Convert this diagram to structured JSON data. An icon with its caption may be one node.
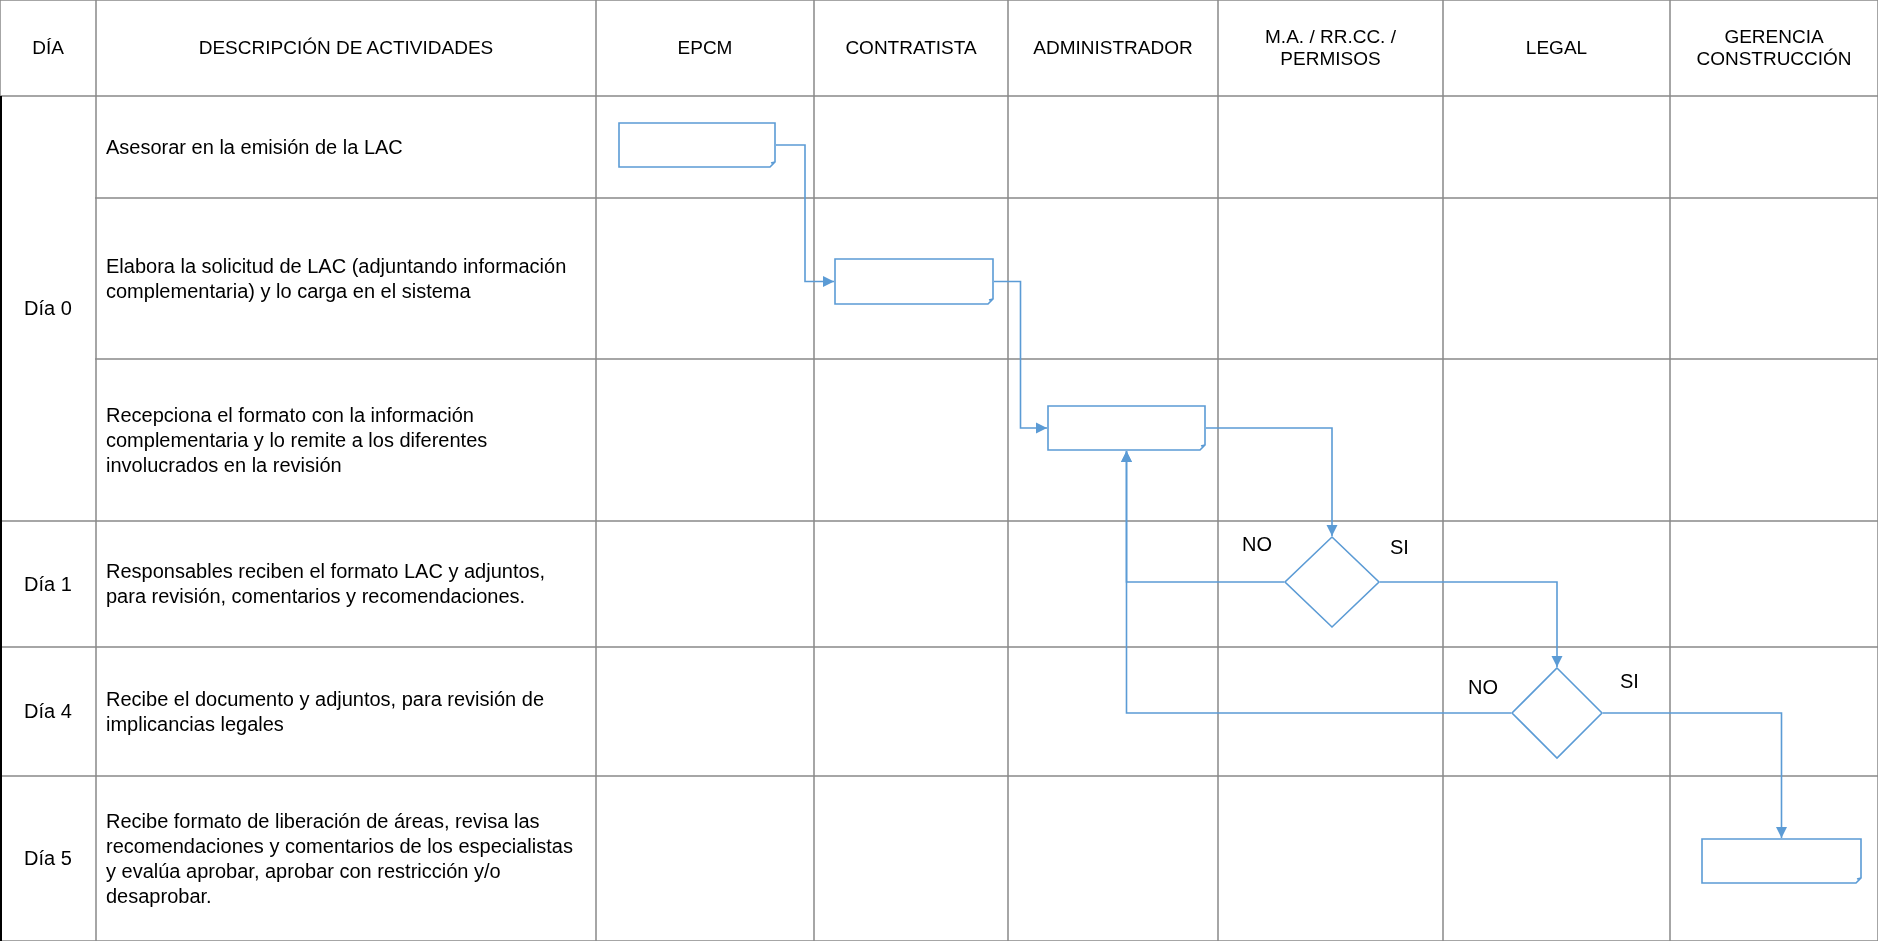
{
  "diagram": {
    "nodes": [
      {
        "text": [],
        "shape": "box"
      },
      {
        "text": [],
        "shape": "box"
      },
      {
        "text": [],
        "shape": "box"
      },
      {
        "text": [],
        "shape": "diamond"
      },
      {
        "text": [],
        "shape": "diamond"
      },
      {
        "text": [],
        "shape": "box"
      }
    ],
    "edges": [
      {
        "from": 0,
        "to": 1,
        "arrow": "to"
      },
      {
        "from": 1,
        "to": 2,
        "arrow": "to"
      },
      {
        "from": 2,
        "to": 3,
        "arrow": "to"
      },
      {
        "from": 3,
        "to": 2,
        "arrow": "to",
        "label": "NO"
      },
      {
        "from": 3,
        "to": 4,
        "arrow": "to",
        "label": "SI"
      },
      {
        "from": 4,
        "to": 2,
        "arrow": "to",
        "label": "NO"
      },
      {
        "from": 4,
        "to": 5,
        "arrow": "to",
        "label": "SI"
      }
    ],
    "labels": [
      "DÍA",
      "DESCRIPCIÓN DE ACTIVIDADES",
      "EPCM",
      "CONTRATISTA",
      "ADMINISTRADOR",
      "M.A. / RR.CC. / PERMISOS",
      "LEGAL",
      "GERENCIA CONSTRUCCIÓN",
      "Día 0",
      "Asesorar en la emisión de la LAC",
      "Elabora la solicitud de LAC (adjuntando información complementaria) y lo carga en el sistema",
      "Recepciona el formato con la información complementaria y lo remite a los diferentes involucrados en la revisión",
      "Día 1",
      "Responsables reciben el formato LAC y adjuntos, para revisión, comentarios y recomendaciones.",
      "Día 4",
      "Recibe el documento y adjuntos, para revisión de implicancias legales",
      "Día 5",
      "Recibe formato de liberación de áreas, revisa las recomendaciones y comentarios de los especialistas y evalúa aprobar, aprobar con restricción y/o desaprobar."
    ]
  }
}
